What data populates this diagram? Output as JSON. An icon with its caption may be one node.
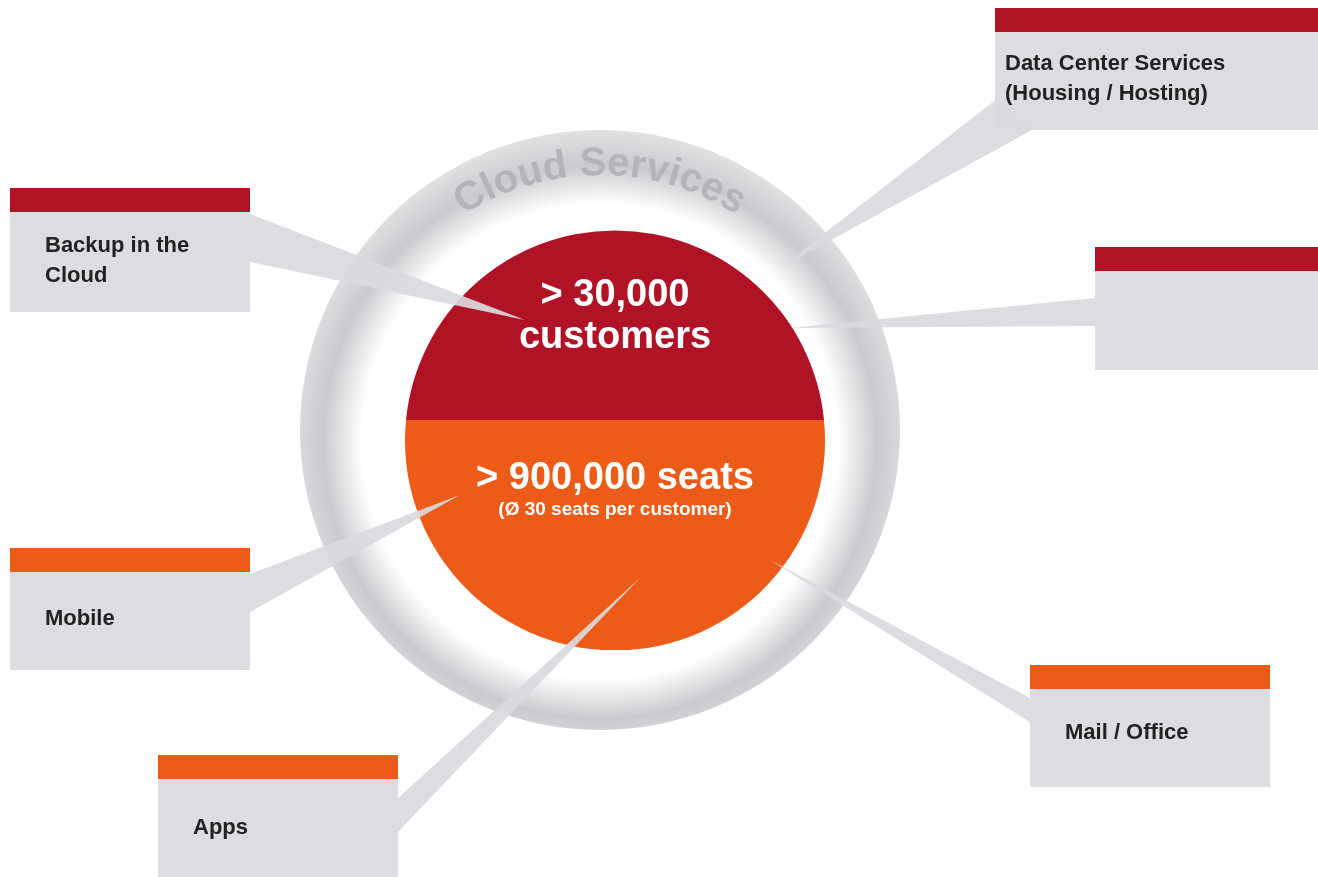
{
  "diagram": {
    "nodes": [
      {
        "text": [
          "Cloud Services"
        ]
      },
      {
        "text": [
          "> 30,000 customers"
        ],
        "in": 0
      },
      {
        "text": [
          "> 900,000 seats",
          "(Ø 30 seats per customer)"
        ],
        "in": 0
      },
      {
        "text": [
          "Data Center Services (Housing / Hosting)"
        ]
      },
      {
        "text": [
          "Backup in the Cloud"
        ]
      },
      {
        "text": [],
        "shape": "box"
      },
      {
        "text": [
          "Mobile"
        ]
      },
      {
        "text": [
          "Mail / Office"
        ]
      },
      {
        "text": [
          "Apps"
        ]
      }
    ],
    "edges": [
      {
        "from": 3,
        "to": 1,
        "arrow": "none"
      },
      {
        "from": 4,
        "to": 1,
        "arrow": "none"
      },
      {
        "from": 5,
        "to": 1,
        "arrow": "none"
      },
      {
        "from": 6,
        "to": 2,
        "arrow": "none"
      },
      {
        "from": 7,
        "to": 2,
        "arrow": "none"
      },
      {
        "from": 8,
        "to": 2,
        "arrow": "none"
      }
    ]
  }
}
